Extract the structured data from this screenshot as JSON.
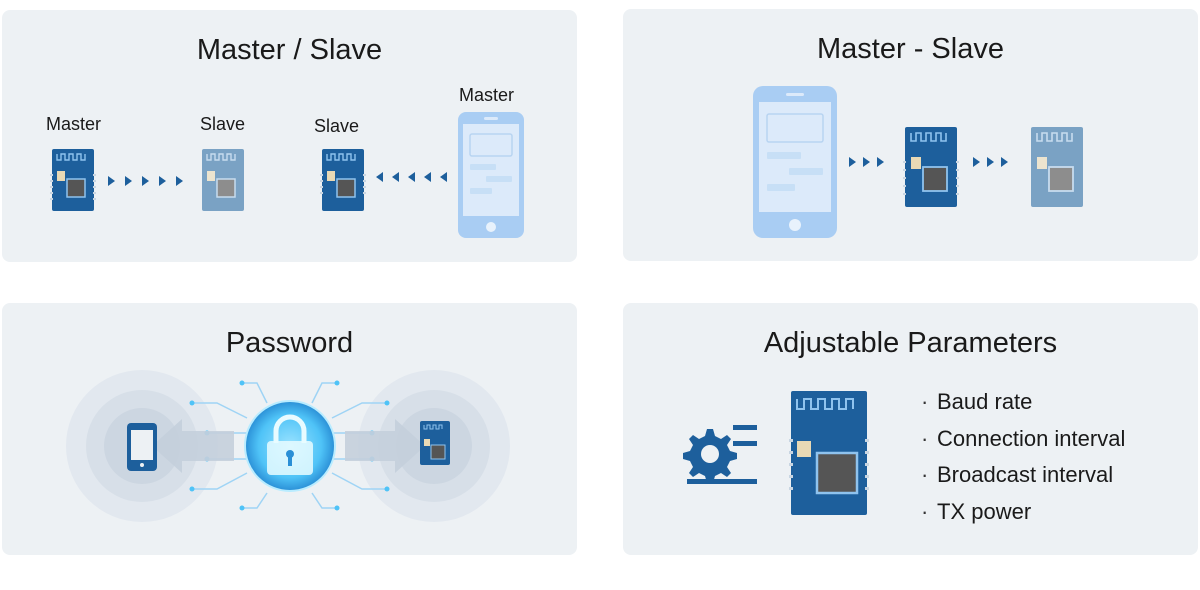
{
  "panels": {
    "master_slave": {
      "title": "Master / Slave",
      "left_pair": {
        "from": "Master",
        "to": "Slave"
      },
      "right_pair": {
        "module": "Slave",
        "phone": "Master"
      }
    },
    "master_dash_slave": {
      "title": "Master - Slave"
    },
    "password": {
      "title": "Password"
    },
    "parameters": {
      "title": "Adjustable Parameters",
      "items": [
        "Baud rate",
        "Connection interval",
        "Broadcast interval",
        "TX power"
      ]
    }
  },
  "colors": {
    "panel_bg": "#edf1f4",
    "module_blue": "#1d5f9c",
    "module_light": "#7aa2c4",
    "arrow_blue": "#1d5f9c",
    "phone_blue": "#a9cdf3",
    "glow": "#4fc3f7"
  },
  "icons": [
    "ble-module-icon",
    "phone-icon",
    "lock-icon",
    "gear-icon",
    "arrow-icon"
  ]
}
